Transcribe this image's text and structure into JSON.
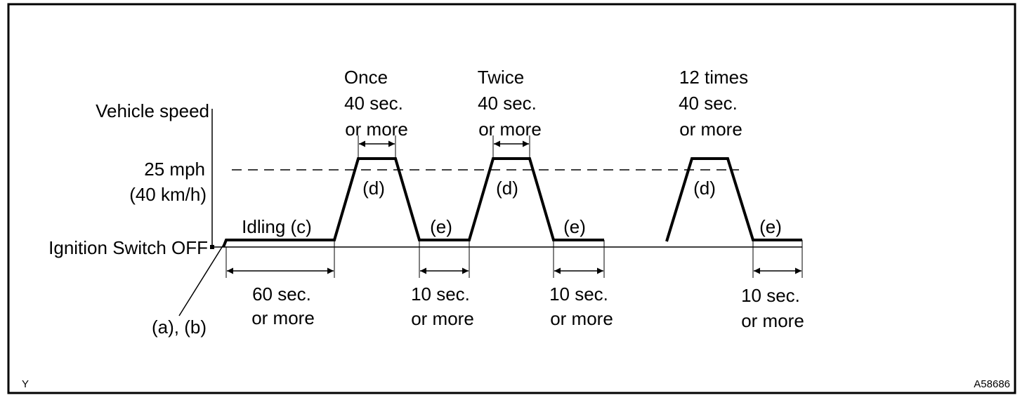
{
  "diagram": {
    "y_axis_label": "Vehicle speed",
    "speed_label_line1": "25 mph",
    "speed_label_line2": "(40 km/h)",
    "baseline_label": "Ignition Switch OFF",
    "step_ab_label": "(a), (b)",
    "idling_label": "Idling (c)",
    "idling_duration_line1": "60 sec.",
    "idling_duration_line2": "or more",
    "drive_label": "(d)",
    "stop_label": "(e)",
    "cycle1_count": "Once",
    "cycle2_count": "Twice",
    "cycle3_count": "12 times",
    "drive_duration_line1": "40 sec.",
    "drive_duration_line2": "or more",
    "stop_duration_line1": "10 sec.",
    "stop_duration_line2": "or more",
    "corner_left": "Y",
    "corner_right": "A58686"
  }
}
